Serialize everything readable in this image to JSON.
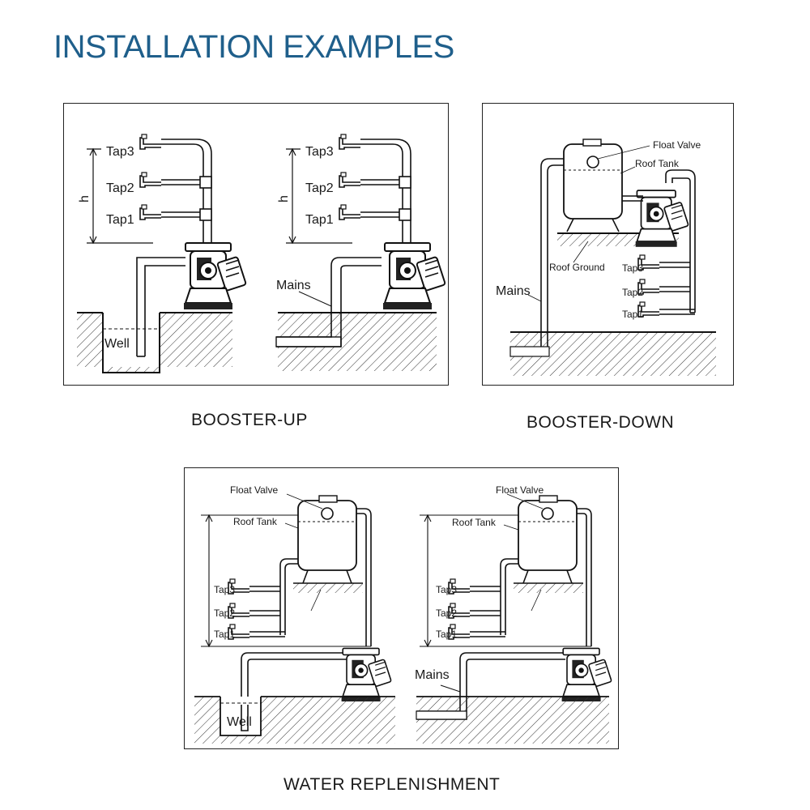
{
  "title": "INSTALLATION EXAMPLES",
  "captions": {
    "booster_up": "BOOSTER-UP",
    "booster_down": "BOOSTER-DOWN",
    "water_replenishment": "WATER REPLENISHMENT"
  },
  "labels": {
    "tap1": "Tap1",
    "tap2": "Tap2",
    "tap3": "Tap3",
    "h": "h",
    "well": "Well",
    "mains": "Mains",
    "float_valve": "Float Valve",
    "roof_tank": "Roof Tank",
    "roof_ground": "Roof Ground"
  }
}
